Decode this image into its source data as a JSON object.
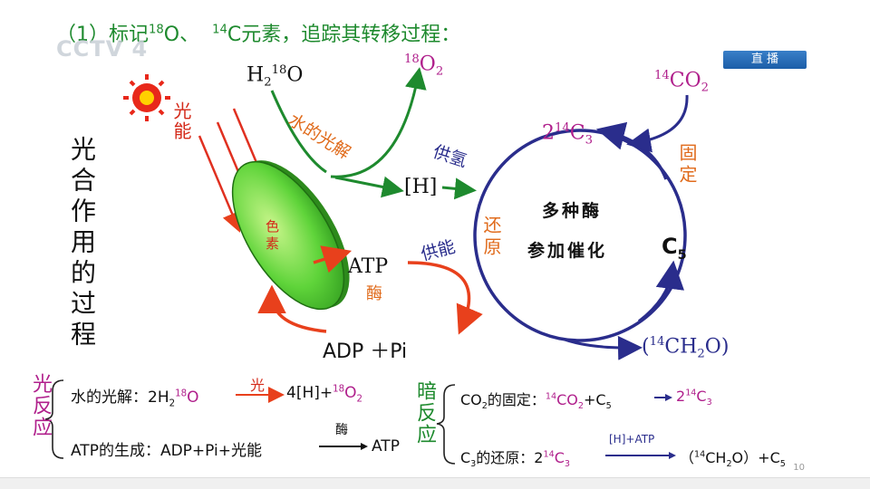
{
  "title": {
    "prefix": "（1）标记",
    "o_mass": "18",
    "o_sym": "O、",
    "c_mass": "14",
    "suffix": "C元素，追踪其转移过程："
  },
  "logo": "CCTV 4",
  "live_badge": "直 播",
  "side_title": "光合作用的过程",
  "light_label": "光能",
  "pigment_label": "色素",
  "water": {
    "h": "H",
    "sub": "2",
    "mass": "18",
    "o": "O"
  },
  "oxygen": {
    "mass": "18",
    "o": "O",
    "sub": "2"
  },
  "co2": {
    "mass": "14",
    "c": "CO",
    "sub": "2"
  },
  "photolysis_label": "水的光解",
  "hydrogen_label": "[H]",
  "supply_h_label": "供氢",
  "supply_energy_label": "供能",
  "reduce_label": "还原",
  "fix_label": "固定",
  "c3": {
    "prefix": "2",
    "mass": "14",
    "c": "C",
    "sub": "3"
  },
  "c5": {
    "c": "C",
    "sub": "5"
  },
  "enzymes_line1": "多种酶",
  "enzymes_line2": "参加催化",
  "atp_label": "ATP",
  "enzyme_label": "酶",
  "adp_label": "ADP ＋Pi",
  "product": {
    "open": "(",
    "mass": "14",
    "ch": "CH",
    "sub": "2",
    "o": "O)"
  },
  "light_reaction": {
    "label": "光反应",
    "line1_prefix": "水的光解：2H",
    "line1_sub": "2",
    "line1_mass": "18",
    "line1_o": "O",
    "line1_arrow": "光",
    "line1_result": "4[H]+",
    "line1_mass2": "18",
    "line1_o2": "O",
    "line1_sub2": "2",
    "line2_prefix": "ATP的生成：ADP+Pi+光能",
    "line2_arrow": "酶",
    "line2_result": "ATP"
  },
  "dark_reaction": {
    "label": "暗反应",
    "line1_prefix": "CO",
    "line1_sub": "2",
    "line1_rest": "的固定：",
    "line1_mass": "14",
    "line1_co": "CO",
    "line1_sub2": "2",
    "line1_plus": "+C",
    "line1_sub3": "5",
    "line1_result_pre": "2",
    "line1_mass2": "14",
    "line1_c": "C",
    "line1_sub4": "3",
    "line2_prefix": "C",
    "line2_sub": "3",
    "line2_rest": "的还原：2",
    "line2_mass": "14",
    "line2_c": "C",
    "line2_sub2": "3",
    "line2_arrow": "[H]+ATP",
    "line2_open": "（",
    "line2_mass2": "14",
    "line2_ch": "CH",
    "line2_sub3": "2",
    "line2_o": "O）",
    "line2_plus": "+C",
    "line2_sub4": "5"
  },
  "page_number": "10",
  "colors": {
    "green": "#1e8a2e",
    "purple": "#b0208c",
    "navy": "#2a2d8c",
    "orange": "#e06b1c",
    "red": "#d42a1a"
  }
}
